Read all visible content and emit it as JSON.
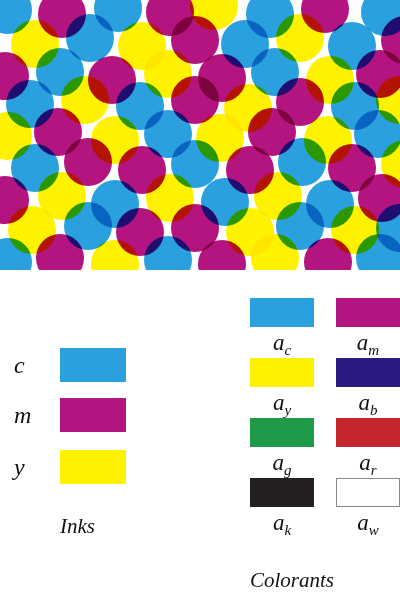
{
  "diagram": {
    "labels": [
      "Inks",
      "Colorants"
    ],
    "legend": [
      {
        "text": "c",
        "color": "#2ba0de"
      },
      {
        "text": "m",
        "color": "#b3147f"
      },
      {
        "text": "y",
        "color": "#fff200"
      },
      {
        "text": "ac",
        "color": "#2ba0de"
      },
      {
        "text": "am",
        "color": "#b3147f"
      },
      {
        "text": "ay",
        "color": "#fff200"
      },
      {
        "text": "ab",
        "color": "#2b1b80"
      },
      {
        "text": "ag",
        "color": "#1f9a48"
      },
      {
        "text": "ar",
        "color": "#c4262e"
      },
      {
        "text": "ak",
        "color": "#231f20"
      },
      {
        "text": "aw",
        "color": "#ffffff"
      }
    ]
  }
}
